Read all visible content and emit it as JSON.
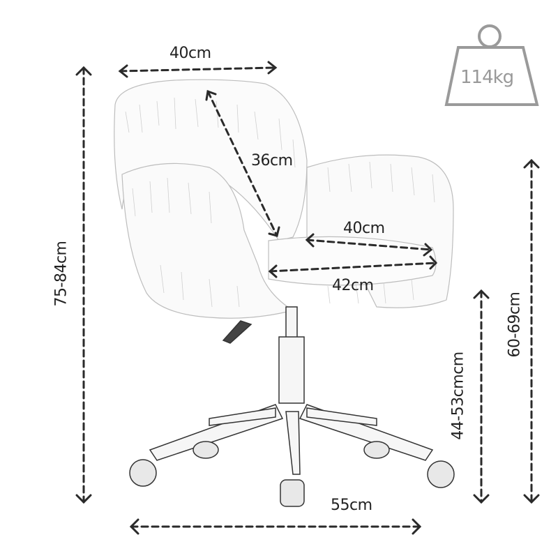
{
  "diagram": {
    "subject": "Fluffy swivel office chair",
    "weight_badge": {
      "label": "114kg",
      "icon": "weight-icon",
      "color": "#9a9a9a"
    },
    "dimensions": {
      "backrest_width": "40cm",
      "backrest_height": "36cm",
      "seat_depth": "40cm",
      "seat_width": "42cm",
      "total_height": "75-84cm",
      "armrest_height": "60-69cm",
      "seat_height": "44-53cmcm",
      "base_width": "55cm"
    },
    "colors": {
      "arrow": "#2a2a2a",
      "label": "#222222",
      "sketch": "#9a9a9a"
    }
  }
}
